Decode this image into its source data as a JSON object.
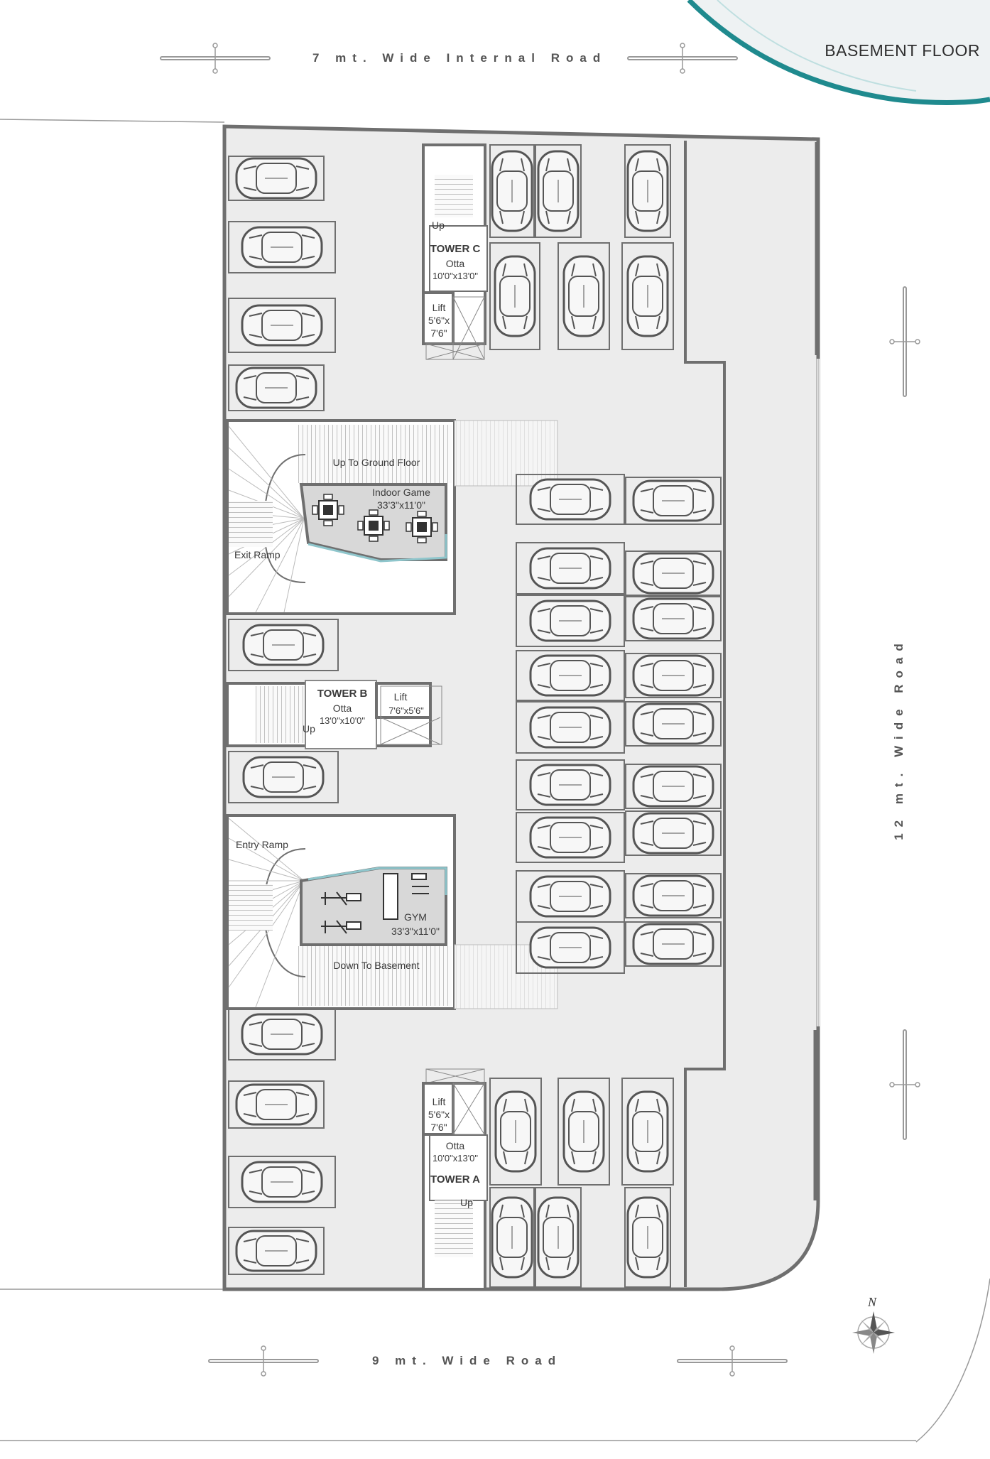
{
  "page_title": "BASEMENT FLOOR",
  "roads": {
    "top": "7 mt. Wide Internal Road",
    "right": "12 mt. Wide Road",
    "bottom": "9 mt. Wide Road"
  },
  "towers": {
    "c": {
      "name": "TOWER C",
      "otta_label": "Otta",
      "otta_size": "10'0\"x13'0\"",
      "up": "Up",
      "lift_label": "Lift",
      "lift_size_1": "5'6\"x",
      "lift_size_2": "7'6\""
    },
    "b": {
      "name": "TOWER B",
      "otta_label": "Otta",
      "otta_size": "13'0\"x10'0\"",
      "up": "Up",
      "lift_label": "Lift",
      "lift_size": "7'6\"x5'6\""
    },
    "a": {
      "name": "TOWER A",
      "otta_label": "Otta",
      "otta_size": "10'0\"x13'0\"",
      "up": "Up",
      "lift_label": "Lift",
      "lift_size_1": "5'6\"x",
      "lift_size_2": "7'6\""
    }
  },
  "amenities": {
    "indoor_game": {
      "label": "Indoor Game",
      "size": "33'3\"x11'0\""
    },
    "gym": {
      "label": "GYM",
      "size": "33'3\"x11'0\""
    }
  },
  "ramps": {
    "up_to_ground": "Up To Ground Floor",
    "exit": "Exit Ramp",
    "entry": "Entry Ramp",
    "down_to_basement": "Down To Basement"
  },
  "compass": {
    "north": "N"
  },
  "colors": {
    "accent": "#1f8a8e",
    "floor": "#ececec",
    "wall": "#6f6f6f",
    "glass": "#8fc6cc"
  }
}
